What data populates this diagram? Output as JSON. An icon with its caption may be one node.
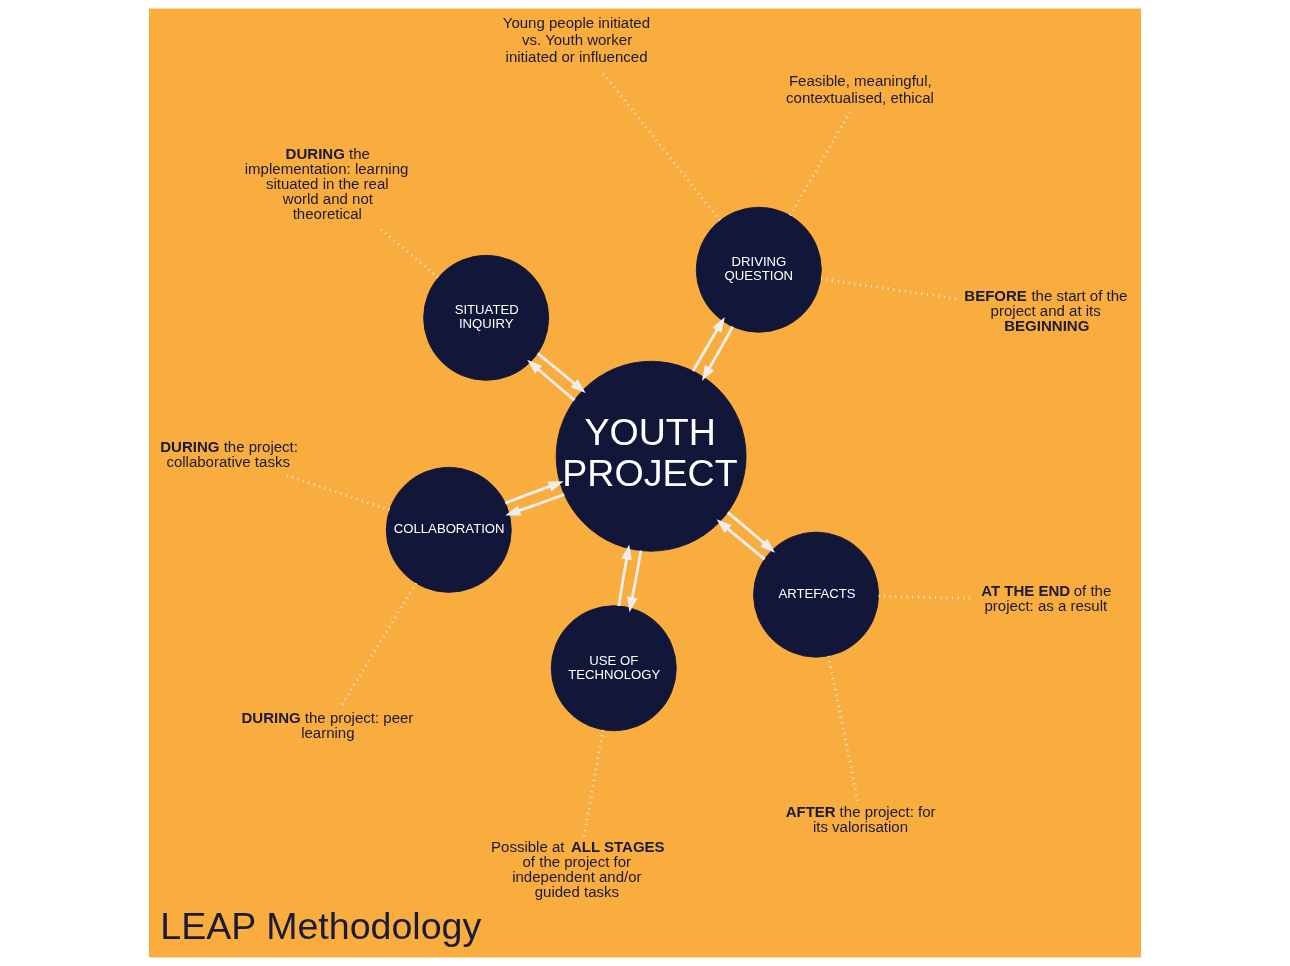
{
  "diagram": {
    "title": "LEAP Methodology",
    "nodes": [
      {
        "text": [
          "YOUTH PROJECT"
        ]
      },
      {
        "text": [
          "DRIVING QUESTION"
        ]
      },
      {
        "text": [
          "SITUATED INQUIRY"
        ]
      },
      {
        "text": [
          "COLLABORATION"
        ]
      },
      {
        "text": [
          "USE OF TECHNOLOGY"
        ]
      },
      {
        "text": [
          "ARTEFACTS"
        ]
      },
      {
        "text": [
          "**BEFORE** the start of the project and at its **BEGINNING**"
        ]
      },
      {
        "text": [
          "Feasible, meaningful, contextualised, ethical"
        ]
      },
      {
        "text": [
          "Young people initiated vs. Youth worker initiated or influenced"
        ]
      },
      {
        "text": [
          "**DURING** the implementation: learning situated in the real world and not theoretical"
        ]
      },
      {
        "text": [
          "**AFTER** the project: for its valorisation"
        ]
      },
      {
        "text": [
          "**AT THE END** of the project: as a result"
        ]
      },
      {
        "text": [
          "Possible at **ALL STAGES** of the project for independent and/or guided tasks"
        ]
      },
      {
        "text": [
          "**DURING** the project: collaborative tasks"
        ]
      },
      {
        "text": [
          "**DURING** the project: peer learning"
        ]
      }
    ],
    "edges": [
      {
        "from": 0,
        "to": 1,
        "arrow": "to"
      },
      {
        "from": 1,
        "to": 0,
        "arrow": "to"
      },
      {
        "from": 0,
        "to": 2,
        "arrow": "to"
      },
      {
        "from": 2,
        "to": 0,
        "arrow": "to"
      },
      {
        "from": 0,
        "to": 3,
        "arrow": "to"
      },
      {
        "from": 3,
        "to": 0,
        "arrow": "to"
      },
      {
        "from": 0,
        "to": 4,
        "arrow": "to"
      },
      {
        "from": 4,
        "to": 0,
        "arrow": "to"
      },
      {
        "from": 0,
        "to": 5,
        "arrow": "to"
      },
      {
        "from": 5,
        "to": 0,
        "arrow": "to"
      },
      {
        "from": 1,
        "to": 6,
        "arrow": "none",
        "style": "dashed"
      },
      {
        "from": 1,
        "to": 7,
        "arrow": "none",
        "style": "dashed"
      },
      {
        "from": 1,
        "to": 8,
        "arrow": "none",
        "style": "dashed"
      },
      {
        "from": 2,
        "to": 9,
        "arrow": "none",
        "style": "dashed"
      },
      {
        "from": 3,
        "to": 13,
        "arrow": "none",
        "style": "dashed"
      },
      {
        "from": 3,
        "to": 14,
        "arrow": "none",
        "style": "dashed"
      },
      {
        "from": 4,
        "to": 12,
        "arrow": "none",
        "style": "dashed"
      },
      {
        "from": 5,
        "to": 10,
        "arrow": "none",
        "style": "dashed"
      },
      {
        "from": 5,
        "to": 11,
        "arrow": "none",
        "style": "dashed"
      }
    ]
  }
}
